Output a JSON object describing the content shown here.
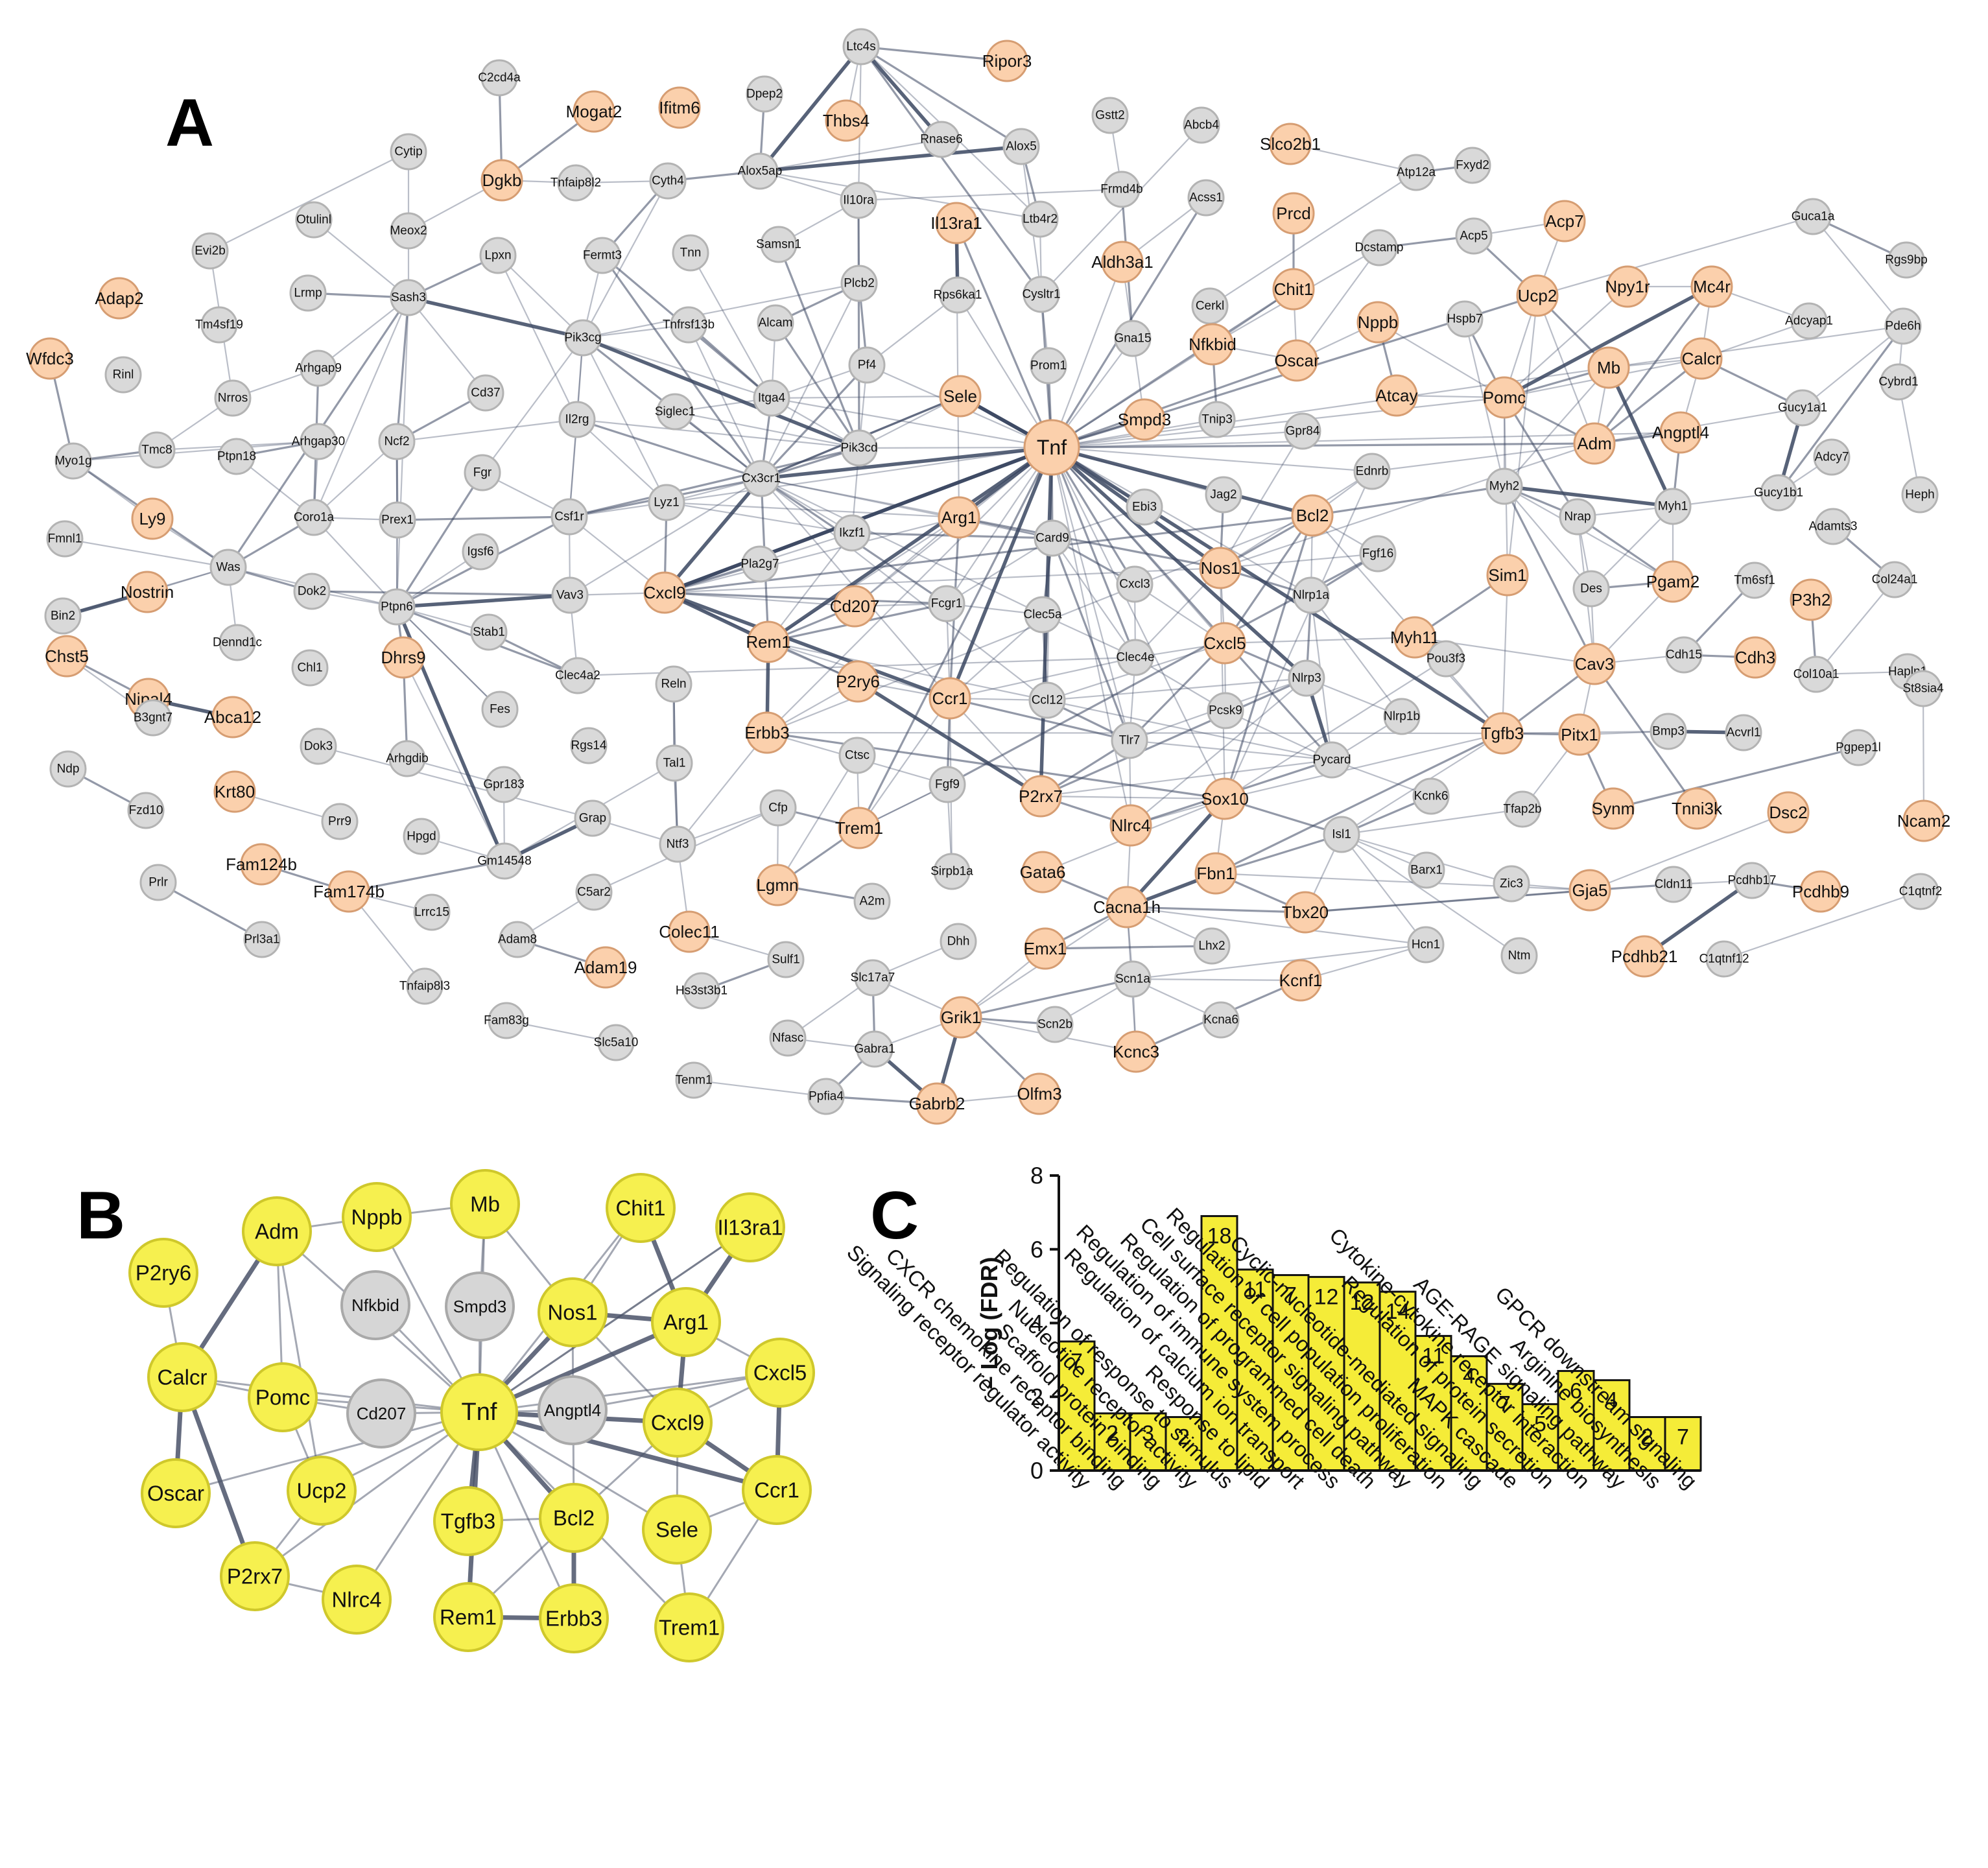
{
  "panels": {
    "a": "A",
    "b": "B",
    "c": "C"
  },
  "network_a": {
    "colors": {
      "gray": "#d9d9d9",
      "orange": "#fbd0ac",
      "edge": "#3a4660"
    },
    "nodes": [
      {
        "id": "Ltc4s",
        "t": "g"
      },
      {
        "id": "Ripor3",
        "t": "o"
      },
      {
        "id": "C2cd4a",
        "t": "g"
      },
      {
        "id": "Mogat2",
        "t": "o"
      },
      {
        "id": "Ifitm6",
        "t": "o"
      },
      {
        "id": "Dpep2",
        "t": "g"
      },
      {
        "id": "Thbs4",
        "t": "o"
      },
      {
        "id": "Rnase6",
        "t": "g"
      },
      {
        "id": "Alox5",
        "t": "g"
      },
      {
        "id": "Gstt2",
        "t": "g"
      },
      {
        "id": "Abcb4",
        "t": "g"
      },
      {
        "id": "Slco2b1",
        "t": "o"
      },
      {
        "id": "Cytip",
        "t": "g"
      },
      {
        "id": "Dgkb",
        "t": "o"
      },
      {
        "id": "Tnfaip8l2",
        "t": "g"
      },
      {
        "id": "Cyth4",
        "t": "g"
      },
      {
        "id": "Alox5ap",
        "t": "g"
      },
      {
        "id": "Il10ra",
        "t": "g"
      },
      {
        "id": "Frmd4b",
        "t": "g"
      },
      {
        "id": "Atp12a",
        "t": "g"
      },
      {
        "id": "Fxyd2",
        "t": "g"
      },
      {
        "id": "Otulinl",
        "t": "g"
      },
      {
        "id": "Meox2",
        "t": "g"
      },
      {
        "id": "Il13ra1",
        "t": "o"
      },
      {
        "id": "Ltb4r2",
        "t": "g"
      },
      {
        "id": "Acss1",
        "t": "g"
      },
      {
        "id": "Prcd",
        "t": "o"
      },
      {
        "id": "Acp7",
        "t": "o"
      },
      {
        "id": "Guca1a",
        "t": "g"
      },
      {
        "id": "Evi2b",
        "t": "g"
      },
      {
        "id": "Lpxn",
        "t": "g"
      },
      {
        "id": "Fermt3",
        "t": "g"
      },
      {
        "id": "Tnn",
        "t": "g"
      },
      {
        "id": "Samsn1",
        "t": "g"
      },
      {
        "id": "Aldh3a1",
        "t": "o"
      },
      {
        "id": "Dcstamp",
        "t": "g"
      },
      {
        "id": "Acp5",
        "t": "g"
      },
      {
        "id": "Rgs9bp",
        "t": "g"
      },
      {
        "id": "Adap2",
        "t": "o"
      },
      {
        "id": "Lrmp",
        "t": "g"
      },
      {
        "id": "Sash3",
        "t": "g"
      },
      {
        "id": "Plcb2",
        "t": "g"
      },
      {
        "id": "Rps6ka1",
        "t": "g"
      },
      {
        "id": "Cysltr1",
        "t": "g"
      },
      {
        "id": "Cerkl",
        "t": "g"
      },
      {
        "id": "Chit1",
        "t": "o"
      },
      {
        "id": "Ucp2",
        "t": "o"
      },
      {
        "id": "Npy1r",
        "t": "o"
      },
      {
        "id": "Mc4r",
        "t": "o"
      },
      {
        "id": "Tm4sf19",
        "t": "g"
      },
      {
        "id": "Tnfrsf13b",
        "t": "g"
      },
      {
        "id": "Alcam",
        "t": "g"
      },
      {
        "id": "Gna15",
        "t": "g"
      },
      {
        "id": "Nppb",
        "t": "o"
      },
      {
        "id": "Hspb7",
        "t": "g"
      },
      {
        "id": "Adcyap1",
        "t": "g"
      },
      {
        "id": "Pde6h",
        "t": "g"
      },
      {
        "id": "Wfdc3",
        "t": "o"
      },
      {
        "id": "Rinl",
        "t": "g"
      },
      {
        "id": "Nrros",
        "t": "g"
      },
      {
        "id": "Arhgap9",
        "t": "g"
      },
      {
        "id": "Pik3cg",
        "t": "g"
      },
      {
        "id": "Pf4",
        "t": "g"
      },
      {
        "id": "Prom1",
        "t": "g"
      },
      {
        "id": "Nfkbid",
        "t": "o"
      },
      {
        "id": "Oscar",
        "t": "o"
      },
      {
        "id": "Mb",
        "t": "o"
      },
      {
        "id": "Calcr",
        "t": "o"
      },
      {
        "id": "Sele",
        "t": "o"
      },
      {
        "id": "Cybrd1",
        "t": "g"
      },
      {
        "id": "Cd37",
        "t": "g"
      },
      {
        "id": "Siglec1",
        "t": "g"
      },
      {
        "id": "Itga4",
        "t": "g"
      },
      {
        "id": "Smpd3",
        "t": "o"
      },
      {
        "id": "Tnip3",
        "t": "g"
      },
      {
        "id": "Atcay",
        "t": "o"
      },
      {
        "id": "Pomc",
        "t": "o"
      },
      {
        "id": "Gucy1a1",
        "t": "g"
      },
      {
        "id": "Myo1g",
        "t": "g"
      },
      {
        "id": "Tmc8",
        "t": "g"
      },
      {
        "id": "Arhgap30",
        "t": "g"
      },
      {
        "id": "Ncf2",
        "t": "g"
      },
      {
        "id": "Il2rg",
        "t": "g"
      },
      {
        "id": "Pik3cd",
        "t": "g"
      },
      {
        "id": "Tnf",
        "t": "o"
      },
      {
        "id": "Gpr84",
        "t": "g"
      },
      {
        "id": "Adm",
        "t": "o"
      },
      {
        "id": "Angptl4",
        "t": "o"
      },
      {
        "id": "Adcy7",
        "t": "g"
      },
      {
        "id": "Ptpn18",
        "t": "g"
      },
      {
        "id": "Fgr",
        "t": "g"
      },
      {
        "id": "Cx3cr1",
        "t": "g"
      },
      {
        "id": "Jag2",
        "t": "g"
      },
      {
        "id": "Ednrb",
        "t": "g"
      },
      {
        "id": "Myh2",
        "t": "g"
      },
      {
        "id": "Gucy1b1",
        "t": "g"
      },
      {
        "id": "Heph",
        "t": "g"
      },
      {
        "id": "Ly9",
        "t": "o"
      },
      {
        "id": "Coro1a",
        "t": "g"
      },
      {
        "id": "Prex1",
        "t": "g"
      },
      {
        "id": "Csf1r",
        "t": "g"
      },
      {
        "id": "Lyz1",
        "t": "g"
      },
      {
        "id": "Arg1",
        "t": "o"
      },
      {
        "id": "Ebi3",
        "t": "g"
      },
      {
        "id": "Bcl2",
        "t": "o"
      },
      {
        "id": "Nrap",
        "t": "g"
      },
      {
        "id": "Myh1",
        "t": "g"
      },
      {
        "id": "Adamts3",
        "t": "g"
      },
      {
        "id": "Fmnl1",
        "t": "g"
      },
      {
        "id": "Igsf6",
        "t": "g"
      },
      {
        "id": "Ikzf1",
        "t": "g"
      },
      {
        "id": "Card9",
        "t": "g"
      },
      {
        "id": "Nos1",
        "t": "o"
      },
      {
        "id": "Fgf16",
        "t": "g"
      },
      {
        "id": "Sim1",
        "t": "o"
      },
      {
        "id": "Des",
        "t": "g"
      },
      {
        "id": "Pgam2",
        "t": "o"
      },
      {
        "id": "Tm6sf1",
        "t": "g"
      },
      {
        "id": "Col24a1",
        "t": "g"
      },
      {
        "id": "Was",
        "t": "g"
      },
      {
        "id": "Pla2g7",
        "t": "g"
      },
      {
        "id": "Cxcl3",
        "t": "g"
      },
      {
        "id": "Nlrp1a",
        "t": "g"
      },
      {
        "id": "P3h2",
        "t": "o"
      },
      {
        "id": "Nostrin",
        "t": "o"
      },
      {
        "id": "Dok2",
        "t": "g"
      },
      {
        "id": "Ptpn6",
        "t": "g"
      },
      {
        "id": "Vav3",
        "t": "g"
      },
      {
        "id": "Cxcl9",
        "t": "o"
      },
      {
        "id": "Cd207",
        "t": "o"
      },
      {
        "id": "Fcgr1",
        "t": "g"
      },
      {
        "id": "Clec5a",
        "t": "g"
      },
      {
        "id": "Myh11",
        "t": "o"
      },
      {
        "id": "Cdh15",
        "t": "g"
      },
      {
        "id": "Cdh3",
        "t": "o"
      },
      {
        "id": "Bin2",
        "t": "g"
      },
      {
        "id": "Dennd1c",
        "t": "g"
      },
      {
        "id": "Stab1",
        "t": "g"
      },
      {
        "id": "Rem1",
        "t": "o"
      },
      {
        "id": "Cxcl5",
        "t": "o"
      },
      {
        "id": "Pou3f3",
        "t": "g"
      },
      {
        "id": "Cav3",
        "t": "o"
      },
      {
        "id": "Col10a1",
        "t": "g"
      },
      {
        "id": "Hapln1",
        "t": "g"
      },
      {
        "id": "Chl1",
        "t": "g"
      },
      {
        "id": "Dhrs9",
        "t": "o"
      },
      {
        "id": "Clec4a2",
        "t": "g"
      },
      {
        "id": "Reln",
        "t": "g"
      },
      {
        "id": "P2ry6",
        "t": "o"
      },
      {
        "id": "Ccr1",
        "t": "o"
      },
      {
        "id": "Clec4e",
        "t": "g"
      },
      {
        "id": "Nlrp3",
        "t": "g"
      },
      {
        "id": "St8sia4",
        "t": "g"
      },
      {
        "id": "Chst5",
        "t": "o"
      },
      {
        "id": "Nipal4",
        "t": "o"
      },
      {
        "id": "Fes",
        "t": "g"
      },
      {
        "id": "Ccl12",
        "t": "g"
      },
      {
        "id": "Pcsk9",
        "t": "g"
      },
      {
        "id": "Nlrp1b",
        "t": "g"
      },
      {
        "id": "Tgfb3",
        "t": "o"
      },
      {
        "id": "Pitx1",
        "t": "o"
      },
      {
        "id": "Bmp3",
        "t": "g"
      },
      {
        "id": "Acvrl1",
        "t": "g"
      },
      {
        "id": "B3gnt7",
        "t": "g"
      },
      {
        "id": "Abca12",
        "t": "o"
      },
      {
        "id": "Erbb3",
        "t": "o"
      },
      {
        "id": "Tlr7",
        "t": "g"
      },
      {
        "id": "Pgpep1l",
        "t": "g"
      },
      {
        "id": "Dok3",
        "t": "g"
      },
      {
        "id": "Rgs14",
        "t": "g"
      },
      {
        "id": "Ctsc",
        "t": "g"
      },
      {
        "id": "Pycard",
        "t": "g"
      },
      {
        "id": "Ndp",
        "t": "g"
      },
      {
        "id": "Arhgdib",
        "t": "g"
      },
      {
        "id": "Gpr183",
        "t": "g"
      },
      {
        "id": "Tal1",
        "t": "g"
      },
      {
        "id": "Fgf9",
        "t": "g"
      },
      {
        "id": "P2rx7",
        "t": "o"
      },
      {
        "id": "Sox10",
        "t": "o"
      },
      {
        "id": "Kcnk6",
        "t": "g"
      },
      {
        "id": "Tfap2b",
        "t": "g"
      },
      {
        "id": "Synm",
        "t": "o"
      },
      {
        "id": "Tnni3k",
        "t": "o"
      },
      {
        "id": "Dsc2",
        "t": "o"
      },
      {
        "id": "Ncam2",
        "t": "o"
      },
      {
        "id": "Fzd10",
        "t": "g"
      },
      {
        "id": "Krt80",
        "t": "o"
      },
      {
        "id": "Cfp",
        "t": "g"
      },
      {
        "id": "Trem1",
        "t": "o"
      },
      {
        "id": "Nlrc4",
        "t": "o"
      },
      {
        "id": "Prr9",
        "t": "g"
      },
      {
        "id": "Hpgd",
        "t": "g"
      },
      {
        "id": "Grap",
        "t": "g"
      },
      {
        "id": "Gm14548",
        "t": "g"
      },
      {
        "id": "Ntf3",
        "t": "g"
      },
      {
        "id": "Isl1",
        "t": "g"
      },
      {
        "id": "Fam124b",
        "t": "o"
      },
      {
        "id": "Sirpb1a",
        "t": "g"
      },
      {
        "id": "Lgmn",
        "t": "o"
      },
      {
        "id": "Gata6",
        "t": "o"
      },
      {
        "id": "Fbn1",
        "t": "o"
      },
      {
        "id": "Barx1",
        "t": "g"
      },
      {
        "id": "Zic3",
        "t": "g"
      },
      {
        "id": "Gja5",
        "t": "o"
      },
      {
        "id": "Cldn11",
        "t": "g"
      },
      {
        "id": "Pcdhb17",
        "t": "g"
      },
      {
        "id": "Pcdhb9",
        "t": "o"
      },
      {
        "id": "C1qtnf2",
        "t": "g"
      },
      {
        "id": "Prlr",
        "t": "g"
      },
      {
        "id": "Fam174b",
        "t": "o"
      },
      {
        "id": "C5ar2",
        "t": "g"
      },
      {
        "id": "A2m",
        "t": "g"
      },
      {
        "id": "Cacna1h",
        "t": "o"
      },
      {
        "id": "Lrrc15",
        "t": "g"
      },
      {
        "id": "Adam8",
        "t": "g"
      },
      {
        "id": "Colec11",
        "t": "o"
      },
      {
        "id": "Tbx20",
        "t": "o"
      },
      {
        "id": "Prl3a1",
        "t": "g"
      },
      {
        "id": "Dhh",
        "t": "g"
      },
      {
        "id": "Lhx2",
        "t": "g"
      },
      {
        "id": "Hcn1",
        "t": "g"
      },
      {
        "id": "Ntm",
        "t": "g"
      },
      {
        "id": "Pcdhb21",
        "t": "o"
      },
      {
        "id": "C1qtnf12",
        "t": "g"
      },
      {
        "id": "Adam19",
        "t": "o"
      },
      {
        "id": "Sulf1",
        "t": "g"
      },
      {
        "id": "Emx1",
        "t": "o"
      },
      {
        "id": "Kcnf1",
        "t": "o"
      },
      {
        "id": "Tnfaip8l3",
        "t": "g"
      },
      {
        "id": "Hs3st3b1",
        "t": "g"
      },
      {
        "id": "Slc17a7",
        "t": "g"
      },
      {
        "id": "Scn1a",
        "t": "g"
      },
      {
        "id": "Fam83g",
        "t": "g"
      },
      {
        "id": "Grik1",
        "t": "o"
      },
      {
        "id": "Scn2b",
        "t": "g"
      },
      {
        "id": "Kcna6",
        "t": "g"
      },
      {
        "id": "Slc5a10",
        "t": "g"
      },
      {
        "id": "Nfasc",
        "t": "g"
      },
      {
        "id": "Kcnc3",
        "t": "o"
      },
      {
        "id": "Gabra1",
        "t": "g"
      },
      {
        "id": "Tenm1",
        "t": "g"
      },
      {
        "id": "Ppfia4",
        "t": "g"
      },
      {
        "id": "Olfm3",
        "t": "o"
      },
      {
        "id": "Gabrb2",
        "t": "o"
      }
    ]
  },
  "network_b": {
    "colors": {
      "yellow": "#f6f04f",
      "gray": "#d6d6d6",
      "edge": "#4a5268"
    },
    "nodes": [
      {
        "id": "Mb",
        "t": "y"
      },
      {
        "id": "Chit1",
        "t": "y"
      },
      {
        "id": "Nppb",
        "t": "y"
      },
      {
        "id": "Adm",
        "t": "y"
      },
      {
        "id": "Il13ra1",
        "t": "y"
      },
      {
        "id": "P2ry6",
        "t": "y"
      },
      {
        "id": "Nfkbid",
        "t": "g"
      },
      {
        "id": "Smpd3",
        "t": "g"
      },
      {
        "id": "Nos1",
        "t": "y"
      },
      {
        "id": "Arg1",
        "t": "y"
      },
      {
        "id": "Calcr",
        "t": "y"
      },
      {
        "id": "Pomc",
        "t": "y"
      },
      {
        "id": "Cxcl5",
        "t": "y"
      },
      {
        "id": "Cd207",
        "t": "g"
      },
      {
        "id": "Tnf",
        "t": "y"
      },
      {
        "id": "Angptl4",
        "t": "g"
      },
      {
        "id": "Cxcl9",
        "t": "y"
      },
      {
        "id": "Oscar",
        "t": "y"
      },
      {
        "id": "Ucp2",
        "t": "y"
      },
      {
        "id": "Ccr1",
        "t": "y"
      },
      {
        "id": "Tgfb3",
        "t": "y"
      },
      {
        "id": "Bcl2",
        "t": "y"
      },
      {
        "id": "Sele",
        "t": "y"
      },
      {
        "id": "P2rx7",
        "t": "y"
      },
      {
        "id": "Nlrc4",
        "t": "y"
      },
      {
        "id": "Rem1",
        "t": "y"
      },
      {
        "id": "Erbb3",
        "t": "y"
      },
      {
        "id": "Trem1",
        "t": "y"
      }
    ]
  },
  "chart_data": {
    "type": "bar",
    "ylabel": "– Log (FDR)",
    "ylim": [
      0,
      8
    ],
    "yticks": [
      "0",
      "2",
      "4",
      "6",
      "8"
    ],
    "bar_color": "#f5ec38",
    "categories": [
      "Signaling receptor regulator activity",
      "CXCR chemokine receptor binding",
      "Scaffold protein binding",
      "Nucleotide receptor activity",
      "Regulation of response to stimulus",
      "Response to lipid",
      "Regulation of calcium ion transport",
      "Regulation of immune system process",
      "Regulation of programmed cell death",
      "Cell surface receptor signaling pathway",
      "Regulation of cell population proliferation",
      "Cyclic-nucleotide-mediated signaling",
      "MAPK cascade",
      "Regulation of protein secretion",
      "Cytokine-cytokine receptor interaction",
      "AGE-RAGE signaling pathway",
      "Arginine biosynthesis",
      "GPCR downstream signaling"
    ],
    "values": [
      3.5,
      1.55,
      1.55,
      1.45,
      6.9,
      5.45,
      5.3,
      5.25,
      5.1,
      4.85,
      3.65,
      3.1,
      2.35,
      1.8,
      2.7,
      2.45,
      1.45,
      1.45
    ],
    "labels": [
      "7",
      "2",
      "3",
      "2",
      "18",
      "11",
      "7",
      "12",
      "12",
      "14",
      "11",
      "4",
      "7",
      "5",
      "6",
      "4",
      "2",
      "7"
    ]
  }
}
